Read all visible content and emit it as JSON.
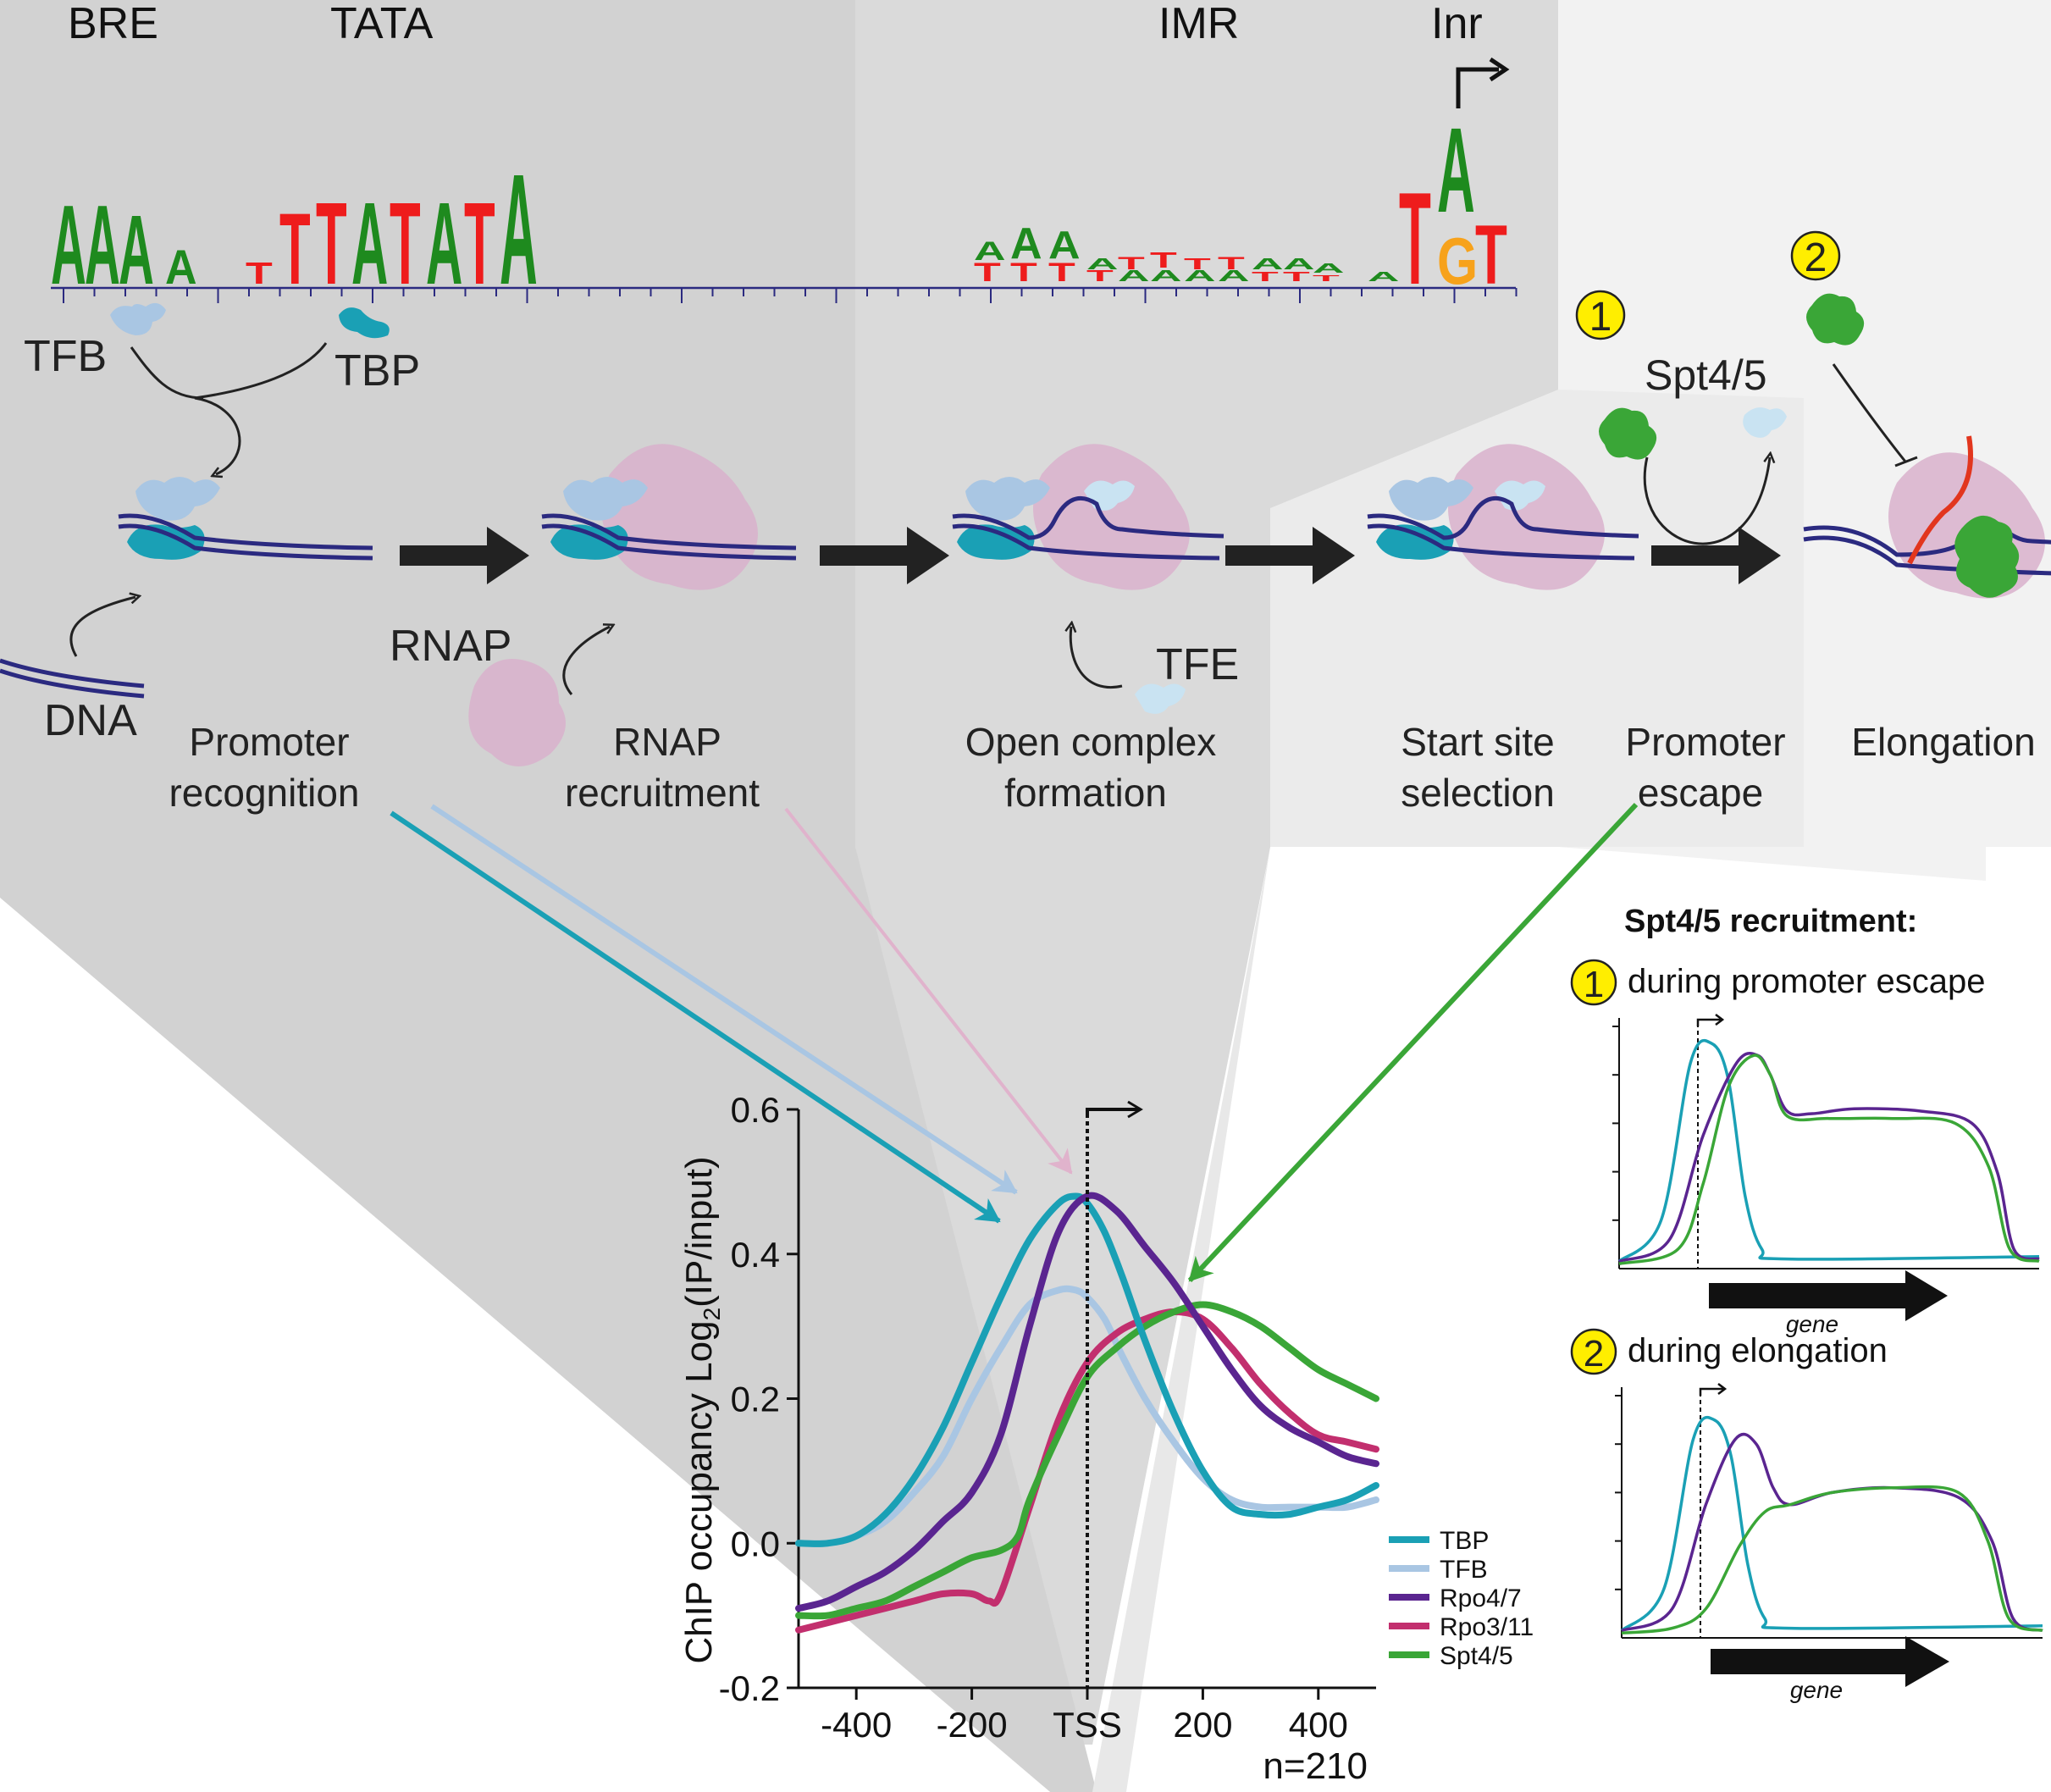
{
  "motif": {
    "regions": [
      "BRE",
      "TATA",
      "IMR",
      "Inr"
    ]
  },
  "factors": {
    "tfb": "TFB",
    "tbp": "TBP",
    "dna": "DNA",
    "rnap": "RNAP",
    "tfe": "TFE",
    "spt45": "Spt4/5"
  },
  "stages": [
    {
      "line1": "Promoter",
      "line2": "recognition"
    },
    {
      "line1": "RNAP",
      "line2": "recruitment"
    },
    {
      "line1": "Open complex",
      "line2": "formation"
    },
    {
      "line1": "Start site",
      "line2": "selection"
    },
    {
      "line1": "Promoter",
      "line2": "escape"
    },
    {
      "line1": "Elongation",
      "line2": ""
    }
  ],
  "badges": [
    "1",
    "2"
  ],
  "recruitment": {
    "title": "Spt4/5 recruitment:",
    "case1": "during promoter escape",
    "case2": "during elongation",
    "gene_label": "gene"
  },
  "colors": {
    "tbp": "#1aa0b5",
    "tfb": "#a9c6e3",
    "rpo47": "#5a2590",
    "rpo311": "#c22f6e",
    "spt45": "#3aa637",
    "motif_a": "#1e8a1e",
    "motif_t": "#ee1c1c",
    "motif_g": "#f7a21b",
    "dna": "#2b2a80",
    "badge": "#ffee00"
  },
  "chart_data": {
    "type": "line",
    "ylabel_main": "ChIP occupancy Log",
    "ylabel_sub": "2",
    "ylabel_tail": "(IP/input)",
    "xlim": [
      -500,
      500
    ],
    "ylim": [
      -0.2,
      0.6
    ],
    "x_ticks": [
      {
        "value": -400,
        "label": "-400"
      },
      {
        "value": -200,
        "label": "-200"
      },
      {
        "value": 0,
        "label": "TSS"
      },
      {
        "value": 200,
        "label": "200"
      },
      {
        "value": 400,
        "label": "400"
      }
    ],
    "y_ticks": [
      {
        "value": -0.2,
        "label": "-0.2"
      },
      {
        "value": 0.0,
        "label": "0.0"
      },
      {
        "value": 0.2,
        "label": "0.2"
      },
      {
        "value": 0.4,
        "label": "0.4"
      },
      {
        "value": 0.6,
        "label": "0.6"
      }
    ],
    "annotation": "n=210",
    "legend_position": "bottom-right",
    "series": [
      {
        "name": "TBP",
        "color": "#1aa0b5",
        "x": [
          -500,
          -450,
          -400,
          -350,
          -300,
          -250,
          -200,
          -150,
          -100,
          -50,
          -20,
          0,
          30,
          60,
          100,
          150,
          200,
          250,
          300,
          350,
          400,
          450,
          500
        ],
        "y": [
          0.0,
          0.0,
          0.01,
          0.04,
          0.09,
          0.16,
          0.25,
          0.34,
          0.42,
          0.47,
          0.48,
          0.47,
          0.43,
          0.37,
          0.28,
          0.18,
          0.1,
          0.05,
          0.04,
          0.04,
          0.05,
          0.06,
          0.08
        ]
      },
      {
        "name": "TFB",
        "color": "#a9c6e3",
        "x": [
          -500,
          -450,
          -400,
          -350,
          -300,
          -250,
          -200,
          -150,
          -100,
          -50,
          -20,
          0,
          30,
          60,
          100,
          150,
          200,
          250,
          300,
          350,
          400,
          450,
          500
        ],
        "y": [
          0.0,
          0.0,
          0.01,
          0.03,
          0.07,
          0.12,
          0.2,
          0.27,
          0.33,
          0.35,
          0.35,
          0.34,
          0.31,
          0.26,
          0.2,
          0.14,
          0.09,
          0.06,
          0.05,
          0.05,
          0.05,
          0.05,
          0.06
        ]
      },
      {
        "name": "Rpo4/7",
        "color": "#5a2590",
        "x": [
          -500,
          -450,
          -400,
          -350,
          -300,
          -250,
          -200,
          -150,
          -100,
          -50,
          0,
          50,
          100,
          150,
          200,
          250,
          300,
          350,
          400,
          450,
          500
        ],
        "y": [
          -0.09,
          -0.08,
          -0.06,
          -0.04,
          -0.01,
          0.03,
          0.07,
          0.15,
          0.3,
          0.43,
          0.48,
          0.46,
          0.41,
          0.36,
          0.3,
          0.24,
          0.19,
          0.16,
          0.14,
          0.12,
          0.11
        ]
      },
      {
        "name": "Rpo3/11",
        "color": "#c22f6e",
        "x": [
          -500,
          -450,
          -400,
          -350,
          -300,
          -250,
          -200,
          -170,
          -150,
          -100,
          -50,
          0,
          50,
          100,
          150,
          200,
          250,
          300,
          350,
          400,
          450,
          500
        ],
        "y": [
          -0.12,
          -0.11,
          -0.1,
          -0.09,
          -0.08,
          -0.07,
          -0.07,
          -0.08,
          -0.07,
          0.05,
          0.17,
          0.25,
          0.29,
          0.31,
          0.32,
          0.31,
          0.27,
          0.22,
          0.18,
          0.15,
          0.14,
          0.13
        ]
      },
      {
        "name": "Spt4/5",
        "color": "#3aa637",
        "x": [
          -500,
          -450,
          -400,
          -350,
          -300,
          -250,
          -200,
          -150,
          -120,
          -100,
          -50,
          0,
          50,
          100,
          150,
          200,
          250,
          300,
          350,
          400,
          450,
          500
        ],
        "y": [
          -0.1,
          -0.1,
          -0.09,
          -0.08,
          -0.06,
          -0.04,
          -0.02,
          -0.01,
          0.01,
          0.06,
          0.15,
          0.23,
          0.27,
          0.3,
          0.32,
          0.33,
          0.32,
          0.3,
          0.27,
          0.24,
          0.22,
          0.2
        ]
      }
    ]
  },
  "insets": [
    {
      "series": [
        {
          "color": "#1aa0b5",
          "pts": [
            [
              0,
              0.03
            ],
            [
              0.1,
              0.2
            ],
            [
              0.17,
              0.85
            ],
            [
              0.22,
              0.93
            ],
            [
              0.26,
              0.78
            ],
            [
              0.3,
              0.3
            ],
            [
              0.34,
              0.08
            ],
            [
              0.4,
              0.04
            ],
            [
              1,
              0.05
            ]
          ]
        },
        {
          "color": "#5a2590",
          "pts": [
            [
              0,
              0.03
            ],
            [
              0.12,
              0.12
            ],
            [
              0.2,
              0.55
            ],
            [
              0.28,
              0.85
            ],
            [
              0.33,
              0.88
            ],
            [
              0.36,
              0.8
            ],
            [
              0.4,
              0.65
            ],
            [
              0.46,
              0.64
            ],
            [
              0.56,
              0.66
            ],
            [
              0.72,
              0.65
            ],
            [
              0.84,
              0.6
            ],
            [
              0.9,
              0.4
            ],
            [
              0.94,
              0.08
            ],
            [
              1,
              0.04
            ]
          ]
        },
        {
          "color": "#3aa637",
          "pts": [
            [
              0,
              0.02
            ],
            [
              0.14,
              0.08
            ],
            [
              0.2,
              0.35
            ],
            [
              0.26,
              0.75
            ],
            [
              0.32,
              0.88
            ],
            [
              0.36,
              0.8
            ],
            [
              0.4,
              0.63
            ],
            [
              0.5,
              0.62
            ],
            [
              0.65,
              0.62
            ],
            [
              0.8,
              0.6
            ],
            [
              0.88,
              0.42
            ],
            [
              0.93,
              0.08
            ],
            [
              1,
              0.03
            ]
          ]
        }
      ]
    },
    {
      "series": [
        {
          "color": "#1aa0b5",
          "pts": [
            [
              0,
              0.03
            ],
            [
              0.1,
              0.2
            ],
            [
              0.17,
              0.82
            ],
            [
              0.22,
              0.9
            ],
            [
              0.26,
              0.75
            ],
            [
              0.3,
              0.3
            ],
            [
              0.34,
              0.08
            ],
            [
              0.4,
              0.04
            ],
            [
              1,
              0.05
            ]
          ]
        },
        {
          "color": "#5a2590",
          "pts": [
            [
              0,
              0.03
            ],
            [
              0.12,
              0.12
            ],
            [
              0.2,
              0.55
            ],
            [
              0.27,
              0.82
            ],
            [
              0.32,
              0.8
            ],
            [
              0.36,
              0.62
            ],
            [
              0.4,
              0.55
            ],
            [
              0.5,
              0.6
            ],
            [
              0.64,
              0.62
            ],
            [
              0.8,
              0.58
            ],
            [
              0.88,
              0.4
            ],
            [
              0.93,
              0.08
            ],
            [
              1,
              0.03
            ]
          ]
        },
        {
          "color": "#3aa637",
          "pts": [
            [
              0,
              0.02
            ],
            [
              0.12,
              0.04
            ],
            [
              0.2,
              0.12
            ],
            [
              0.28,
              0.38
            ],
            [
              0.34,
              0.52
            ],
            [
              0.4,
              0.55
            ],
            [
              0.5,
              0.6
            ],
            [
              0.65,
              0.62
            ],
            [
              0.8,
              0.6
            ],
            [
              0.87,
              0.4
            ],
            [
              0.92,
              0.08
            ],
            [
              1,
              0.03
            ]
          ]
        }
      ]
    }
  ]
}
